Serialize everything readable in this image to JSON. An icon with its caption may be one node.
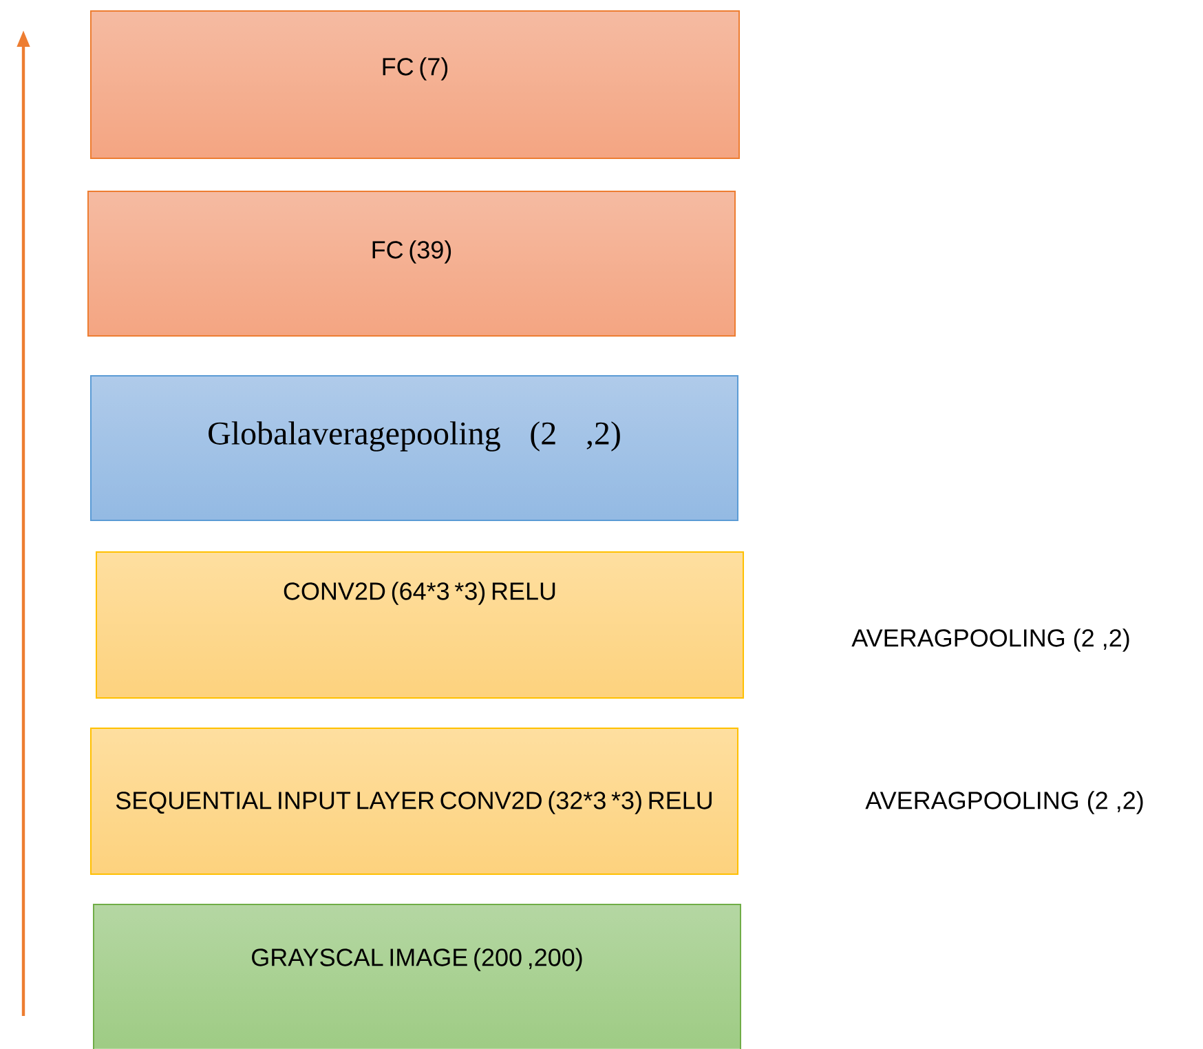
{
  "diagram": {
    "nodes": [
      {
        "text": [
          "FC (7)"
        ]
      },
      {
        "text": [
          "FC (39)"
        ]
      },
      {
        "text": [
          "Globalaveragepooling (2 ,2)"
        ]
      },
      {
        "text": [
          "CONV2D (64*3 *3) RELU"
        ]
      },
      {
        "text": [
          "SEQUENTIAL INPUT LAYER CONV2D (32*3 *3) RELU"
        ]
      },
      {
        "text": [
          "GRAYSCAL IMAGE (200 ,200)"
        ]
      }
    ],
    "labels": [
      "AVERAGPOOLING (2 ,2)",
      "AVERAGPOOLING (2 ,2)"
    ]
  }
}
